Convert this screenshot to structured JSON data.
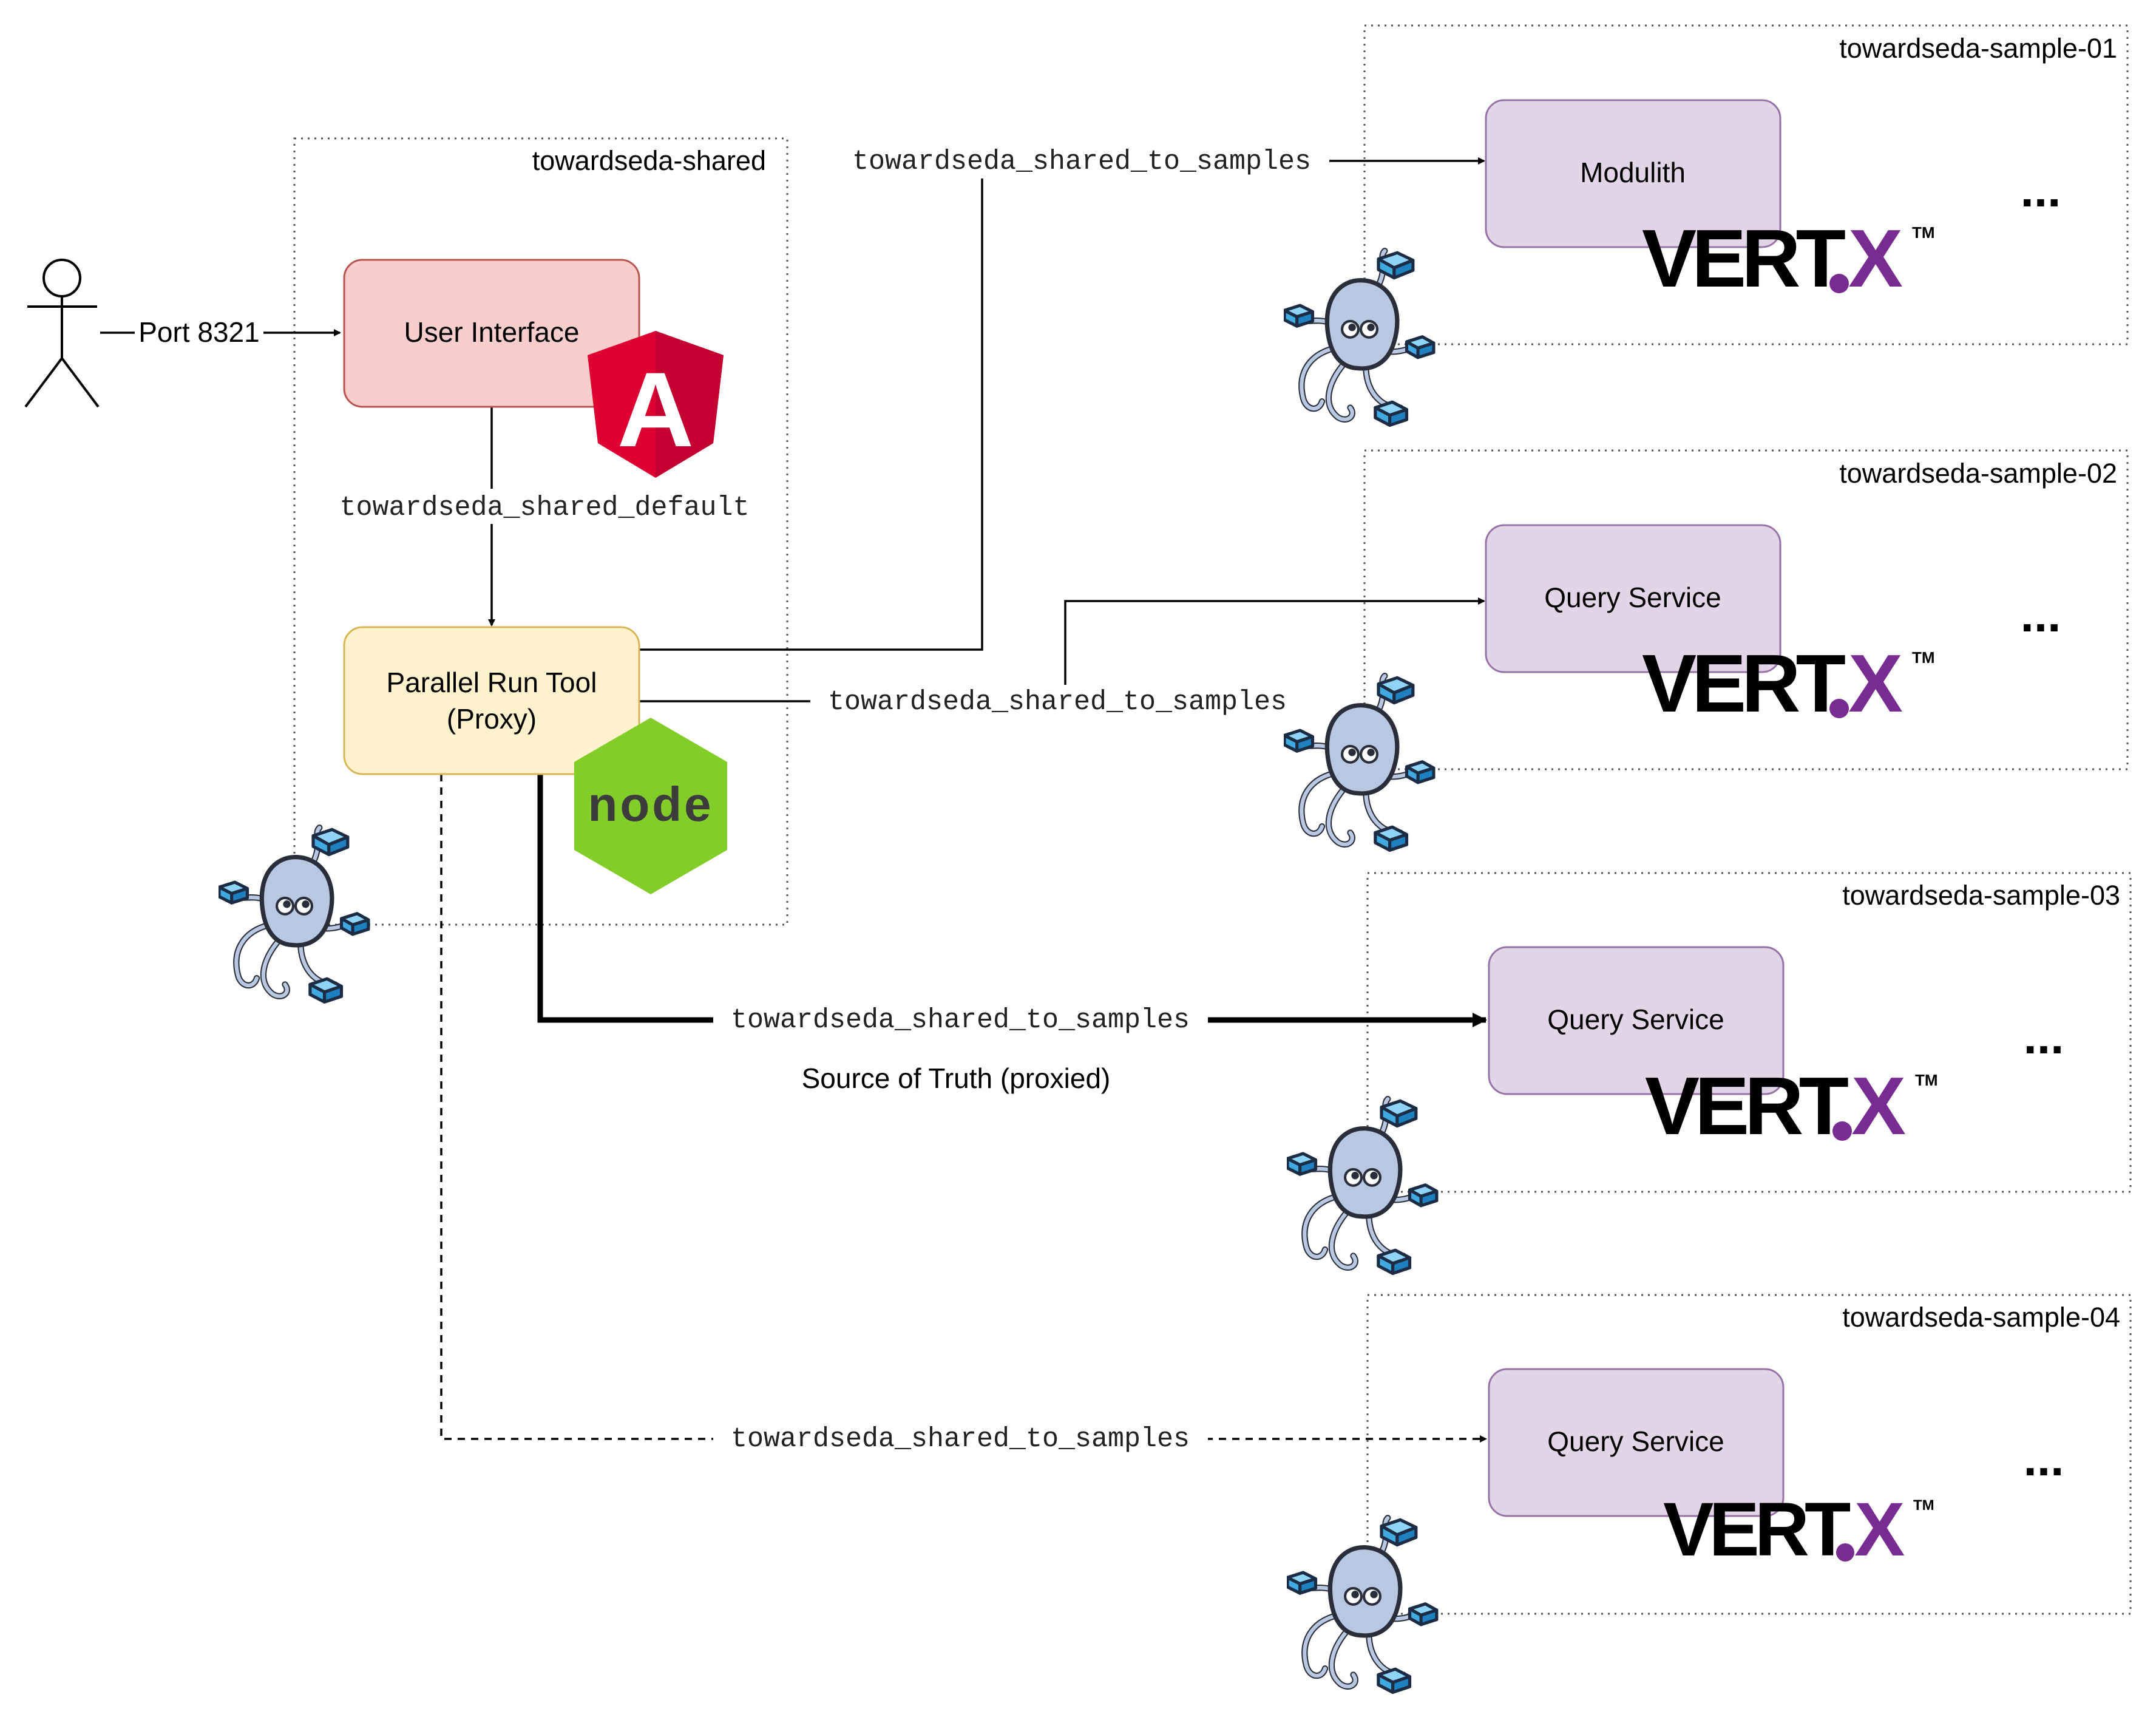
{
  "actor": {
    "port_label": "Port 8321"
  },
  "shared": {
    "title": "towardseda-shared",
    "ui_label": "User Interface",
    "proxy_label_line1": "Parallel Run Tool",
    "proxy_label_line2": "(Proxy)",
    "default_network": "towardseda_shared_default",
    "angular_letter": "A",
    "node_logo": "node"
  },
  "network_label": "towardseda_shared_to_samples",
  "source_of_truth": "Source of Truth (proxied)",
  "samples": [
    {
      "title": "towardseda-sample-01",
      "service": "Modulith"
    },
    {
      "title": "towardseda-sample-02",
      "service": "Query Service"
    },
    {
      "title": "towardseda-sample-03",
      "service": "Query Service"
    },
    {
      "title": "towardseda-sample-04",
      "service": "Query Service"
    }
  ],
  "vertx_logo": {
    "main": "VERT",
    "x": "X",
    "tm": "TM"
  },
  "more_marker": "...",
  "colors": {
    "ui_fill": "#f8cecc",
    "ui_stroke": "#b85450",
    "proxy_fill": "#fff2cc",
    "proxy_stroke": "#d6b656",
    "service_fill": "#e1d5e7",
    "service_stroke": "#9673a6",
    "angular_red": "#dd0031",
    "angular_dark": "#c3002f",
    "node_green": "#83cd29",
    "vertx_purple": "#782b90",
    "octopus_body": "#b8c8e0",
    "container_blue": "#3fa9e0"
  }
}
